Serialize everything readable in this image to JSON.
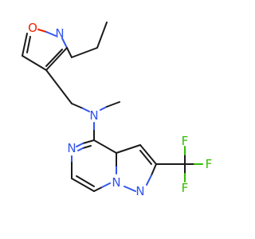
{
  "molecule": {
    "colors": {
      "carbon": "#1a1a1a",
      "nitrogen": "#3355ee",
      "oxygen": "#ee2200",
      "fluorine": "#33bb00"
    },
    "atoms": [
      {
        "id": "o_isox",
        "label": "O",
        "element": "O"
      },
      {
        "id": "n_isox",
        "label": "N",
        "element": "N"
      },
      {
        "id": "n_amine",
        "label": "N",
        "element": "N"
      },
      {
        "id": "n_pyr1",
        "label": "N",
        "element": "N"
      },
      {
        "id": "n_bridge",
        "label": "N",
        "element": "N"
      },
      {
        "id": "n_pyr2",
        "label": "N",
        "element": "N"
      },
      {
        "id": "f1",
        "label": "F",
        "element": "F"
      },
      {
        "id": "f2",
        "label": "F",
        "element": "F"
      },
      {
        "id": "f3",
        "label": "F",
        "element": "F"
      }
    ]
  }
}
